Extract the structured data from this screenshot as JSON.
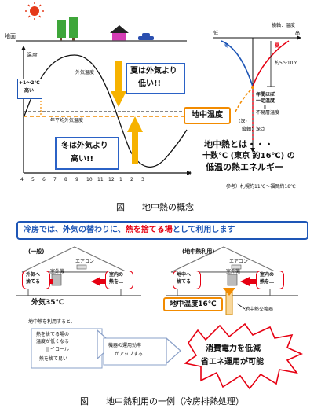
{
  "top": {
    "ground_label": "地面",
    "temp_axis_label": "温度",
    "outside_temp_label": "外気温度",
    "avg_temp_label": "年平均外気温度",
    "summer_text_1": "夏は外気より",
    "summer_text_2": "低い!!",
    "winter_text_1": "冬は外気より",
    "winter_text_2": "高い!!",
    "diff_1": "+1～2℃",
    "diff_2": "高い",
    "ground_temp_box": "地中温度",
    "month_unit": "月",
    "months": [
      "4",
      "5",
      "6",
      "7",
      "8",
      "9",
      "10",
      "11",
      "12",
      "1",
      "2",
      "3"
    ],
    "right_x_label": "横軸：温度",
    "right_low": "低",
    "right_high": "高",
    "right_summer": "夏",
    "right_winter": "冬",
    "depth_range": "約5～10m",
    "constant_1": "年間ほぼ",
    "constant_2": "一定温度",
    "constant_3": "Ⅱ",
    "constant_4": "不易層温度",
    "right_deep": "(深)",
    "right_depth_label": "縦軸：深さ",
    "def_1": "地中熱とは・・・",
    "def_2": "十数℃ (東京 約16℃) の",
    "def_3": "低温の熱エネルギー",
    "ref": "参考）札幌約11℃～福岡約18℃",
    "caption_1": "図　　地中熱の概念"
  },
  "bottom": {
    "banner_a": "冷房では、外気の替わりに、",
    "banner_b": "熱を捨てる場",
    "banner_c": "として利用します",
    "general_label": "(一般)",
    "geo_label": "(地中熱利用)",
    "aircon_1": "エアコン",
    "aircon_2": "エアコン",
    "outdoor_unit": "室外機",
    "outdoor_unit_2": "室外機",
    "outside_dump_1": "外気へ",
    "outside_dump_2": "捨てる",
    "room_heat_1": "室内の",
    "room_heat_2": "熱を…",
    "ground_dump_1": "地中へ",
    "ground_dump_2": "捨てる",
    "room_heat_3": "室内の",
    "room_heat_4": "熱を…",
    "outside_temp": "外気35℃",
    "ground_temp": "地中温度16℃",
    "exchanger": "地中熱交換器",
    "when_using": "地中熱を利用すると、",
    "lower_1": "熱を捨てる場の",
    "lower_2": "温度が低くなる",
    "lower_3": "|| イコール",
    "lower_4": "熱を捨て易い",
    "eff_1": "機器の運用効率",
    "eff_2": "がアップする",
    "result_1": "消費電力を低減",
    "result_2": "省エネ運用が可能",
    "caption_2": "図　　地中熱利用の一例（冷房排熱処理）"
  },
  "colors": {
    "blue": "#1e56b6",
    "orange": "#f28b00",
    "red": "#e60012",
    "sun": "#e53a1a",
    "tree": "#3ea63a",
    "house": "#d43db4"
  }
}
